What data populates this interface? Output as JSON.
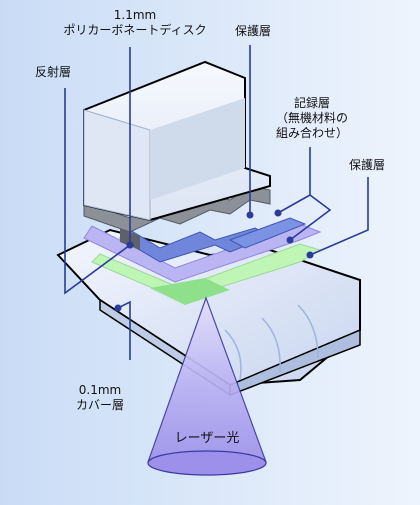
{
  "labels": {
    "substrate_line1": "1.1mm",
    "substrate_line2": "ポリカーボネートディスク",
    "protect_top": "保護層",
    "reflect": "反射層",
    "record_line1": "記録層",
    "record_line2": "（無機材料の",
    "record_line3": "組み合わせ）",
    "protect_right": "保護層",
    "cover_line1": "0.1mm",
    "cover_line2": "カバー層",
    "laser": "レーザー光"
  },
  "colors": {
    "background_left": "#cfe0f8",
    "background_right": "#e8f0fc",
    "substrate": "#eef3fb",
    "substrate_shadow": "#c8d6ea",
    "reflective": "#8a8f96",
    "protective": "#b7b2f0",
    "recording": "#6e84d8",
    "cover": "#dfe6f7",
    "green_layer": "#b8f2b0",
    "laser": "#a99df0",
    "pointer_lines": "#2a3b9a"
  }
}
